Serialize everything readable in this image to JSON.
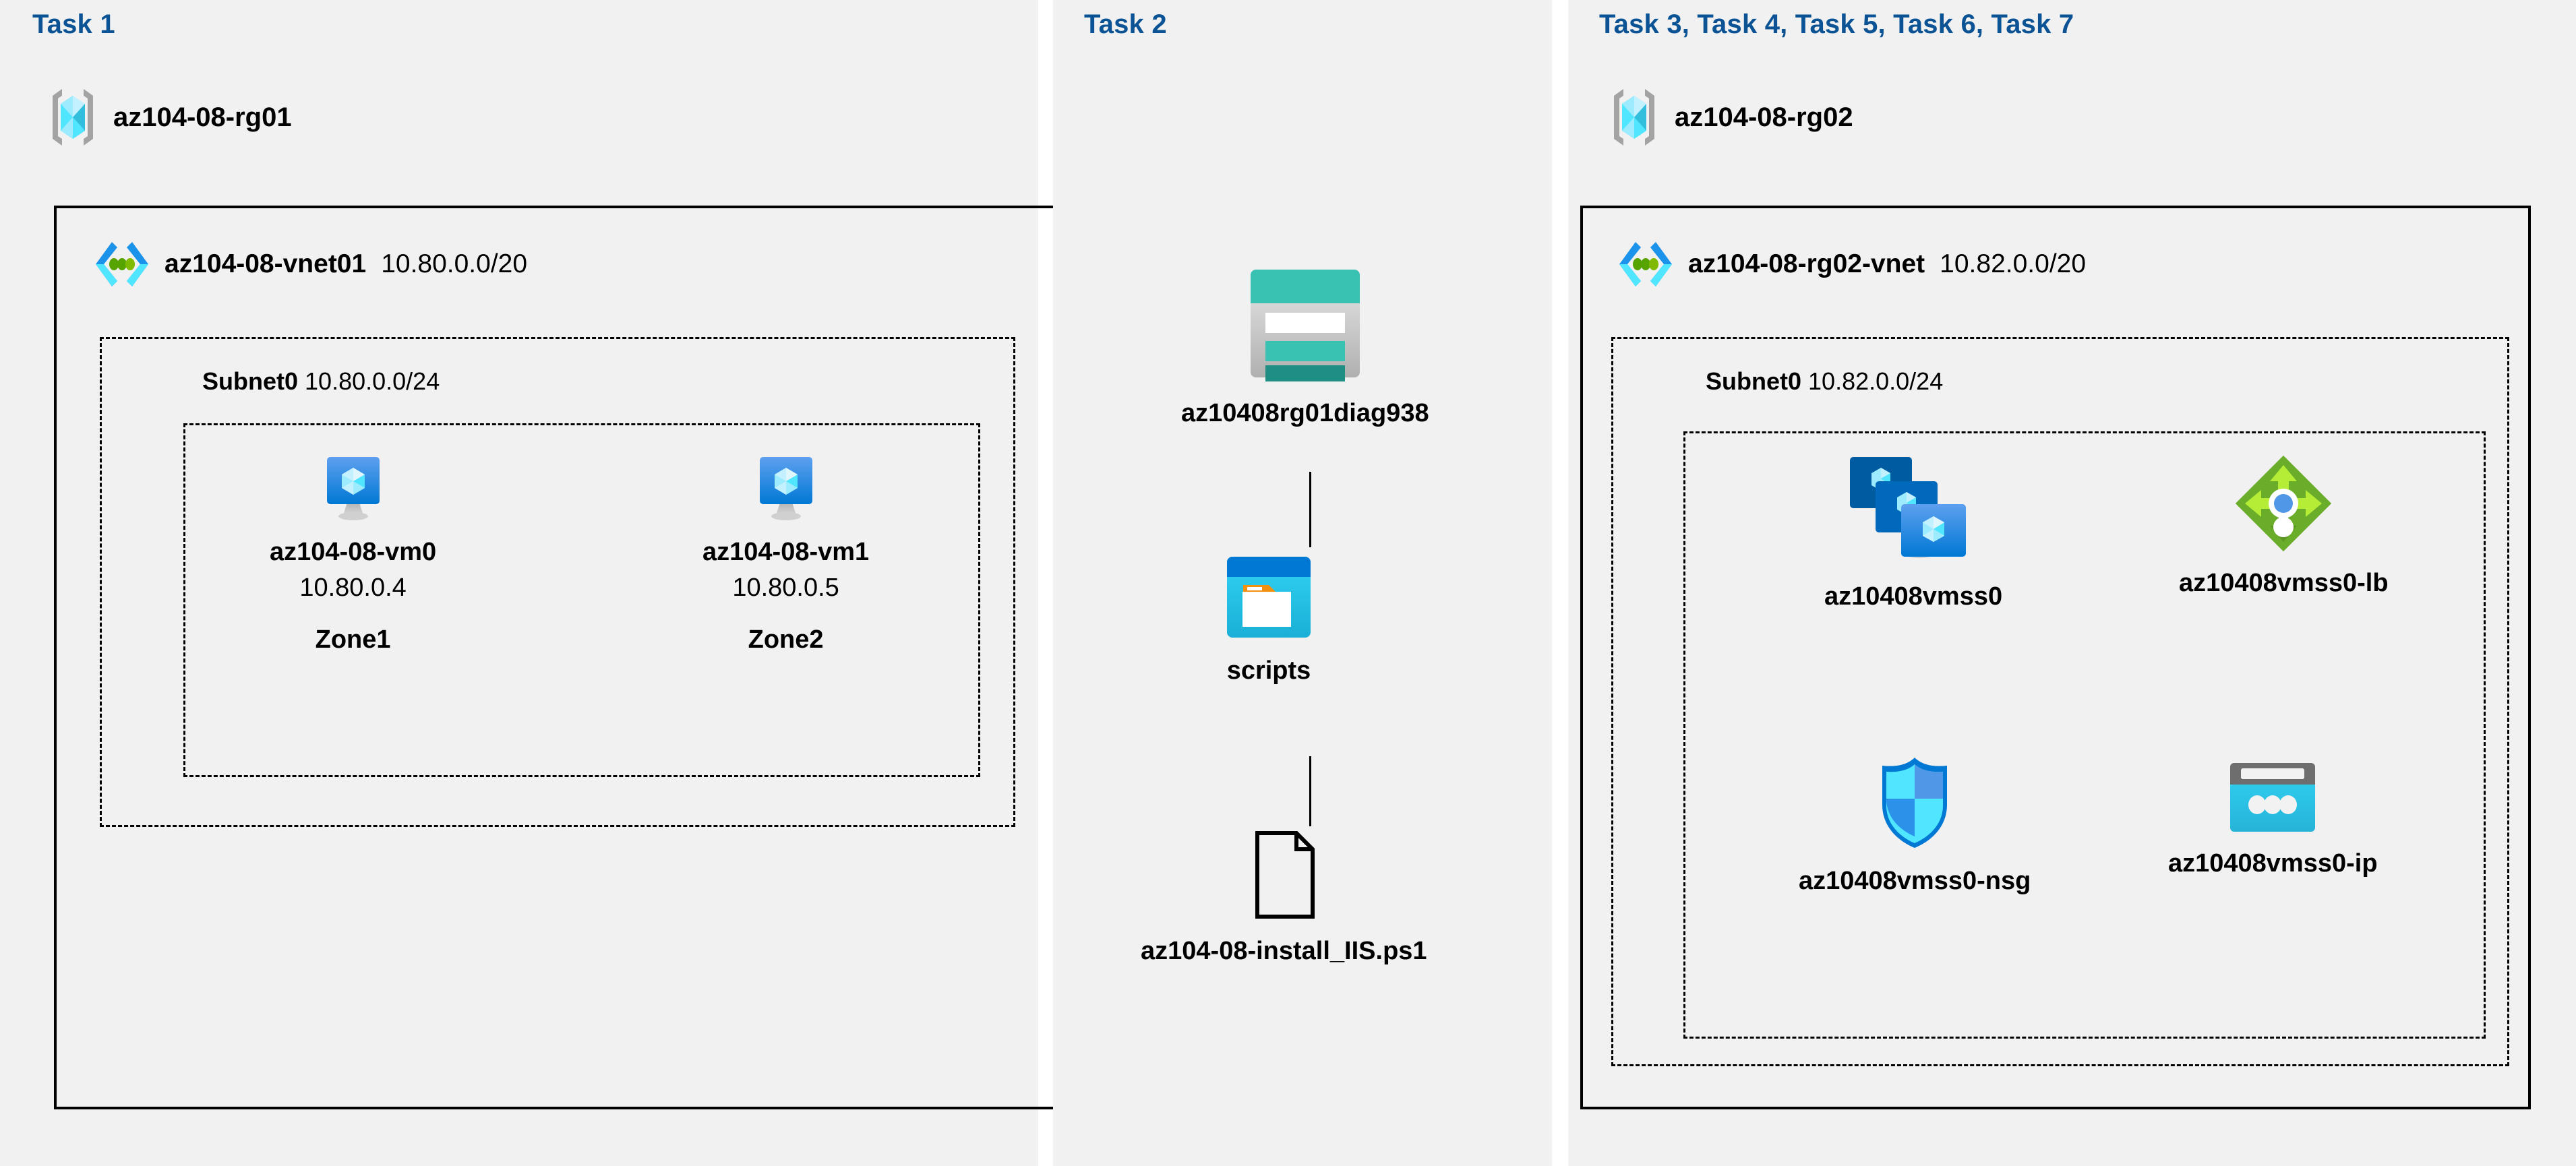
{
  "diagram": {
    "title_color": "#0b5394",
    "panels": [
      {
        "id": "task1",
        "title": "Task 1"
      },
      {
        "id": "task2",
        "title": "Task 2"
      },
      {
        "id": "task3",
        "title": "Task 3, Task 4, Task 5, Task 6, Task 7"
      }
    ]
  },
  "task1": {
    "resource_group": {
      "name": "az104-08-rg01",
      "icon": "resource-group-icon"
    },
    "vnet": {
      "name": "az104-08-vnet01",
      "cidr": "10.80.0.0/20",
      "icon": "virtual-network-icon"
    },
    "subnet": {
      "name": "Subnet0",
      "cidr": "10.80.0.0/24"
    },
    "vms": [
      {
        "name": "az104-08-vm0",
        "ip": "10.80.0.4",
        "zone": "Zone1",
        "icon": "virtual-machine-icon"
      },
      {
        "name": "az104-08-vm1",
        "ip": "10.80.0.5",
        "zone": "Zone2",
        "icon": "virtual-machine-icon"
      }
    ]
  },
  "task2": {
    "storage_account": {
      "name": "az10408rg01diag938",
      "icon": "storage-account-icon"
    },
    "container": {
      "name": "scripts",
      "icon": "blob-container-icon"
    },
    "file": {
      "name": "az104-08-install_IIS.ps1",
      "icon": "file-icon"
    }
  },
  "task3": {
    "resource_group": {
      "name": "az104-08-rg02",
      "icon": "resource-group-icon"
    },
    "vnet": {
      "name": "az104-08-rg02-vnet",
      "cidr": "10.82.0.0/20",
      "icon": "virtual-network-icon"
    },
    "subnet": {
      "name": "Subnet0",
      "cidr": "10.82.0.0/24"
    },
    "resources": [
      {
        "name": "az10408vmss0",
        "icon": "vm-scale-set-icon"
      },
      {
        "name": "az10408vmss0-lb",
        "icon": "load-balancer-icon"
      },
      {
        "name": "az10408vmss0-nsg",
        "icon": "network-security-group-icon"
      },
      {
        "name": "az10408vmss0-ip",
        "icon": "public-ip-address-icon"
      }
    ]
  },
  "colors": {
    "panel_background": "#f1f1f1",
    "task_title": "#0b5394",
    "border": "#000000",
    "resource_group_cube": "#50e6ff",
    "vnet_blue": "#1b93eb",
    "vnet_green": "#57a300",
    "vm_blue": "#0078d4",
    "storage_teal": "#37c2b1",
    "container_blue": "#0078d4",
    "load_balancer_green": "#6bb700",
    "nsg_blue": "#32bedd",
    "public_ip_cyan": "#32bedd"
  }
}
